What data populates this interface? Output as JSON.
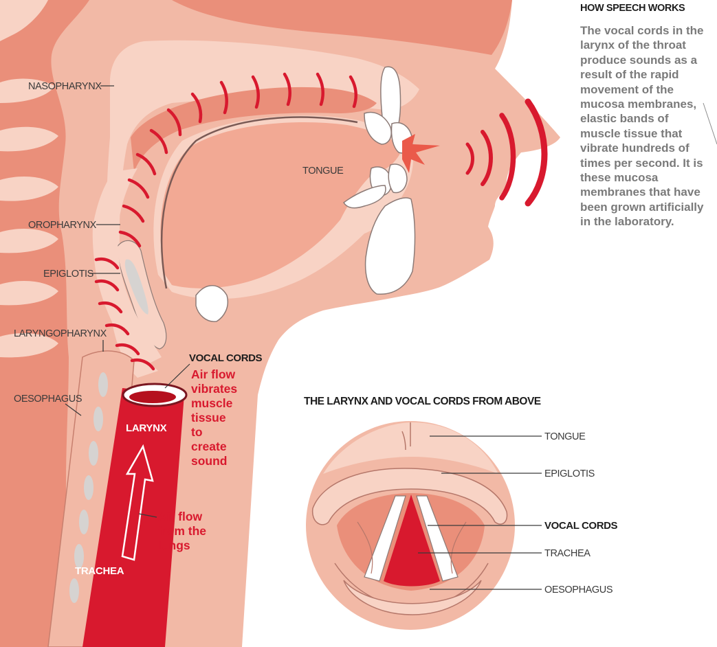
{
  "side_panel": {
    "title": "HOW SPEECH WORKS",
    "body": "The vocal cords in the larynx of the throat produce sounds as a result of the rapid movement of the mucosa membranes, elastic bands of muscle tissue that vibrate hundreds of times per second. It is these mucosa membranes that have been grown artificially in the laboratory."
  },
  "labels": {
    "nasopharynx": "NASOPHARYNX",
    "oropharynx": "OROPHARYNX",
    "epiglotis": "EPIGLOTIS",
    "laryngopharynx": "LARYNGOPHARYNX",
    "oesophagus": "OESOPHAGUS",
    "tongue": "TONGUE",
    "larynx": "LARYNX",
    "trachea": "TRACHEA",
    "vocal_cords": "VOCAL CORDS"
  },
  "notes": {
    "vibrates": [
      "Air flow",
      "vibrates",
      "muscle",
      "tissue",
      "to",
      "create",
      "sound"
    ],
    "lungs": [
      "Air flow",
      "from the",
      "lungs"
    ]
  },
  "inset": {
    "title": "THE LARYNX AND VOCAL CORDS FROM ABOVE",
    "tongue": "TONGUE",
    "epiglotis": "EPIGLOTIS",
    "vocal_cords": "VOCAL CORDS",
    "trachea": "TRACHEA",
    "oesophagus": "OESOPHAGUS"
  },
  "colors": {
    "skin": "#f2b9a6",
    "mid": "#ea8f7a",
    "light": "#f8d3c5",
    "red": "#d8192e",
    "grey": "#d6d3d1"
  }
}
